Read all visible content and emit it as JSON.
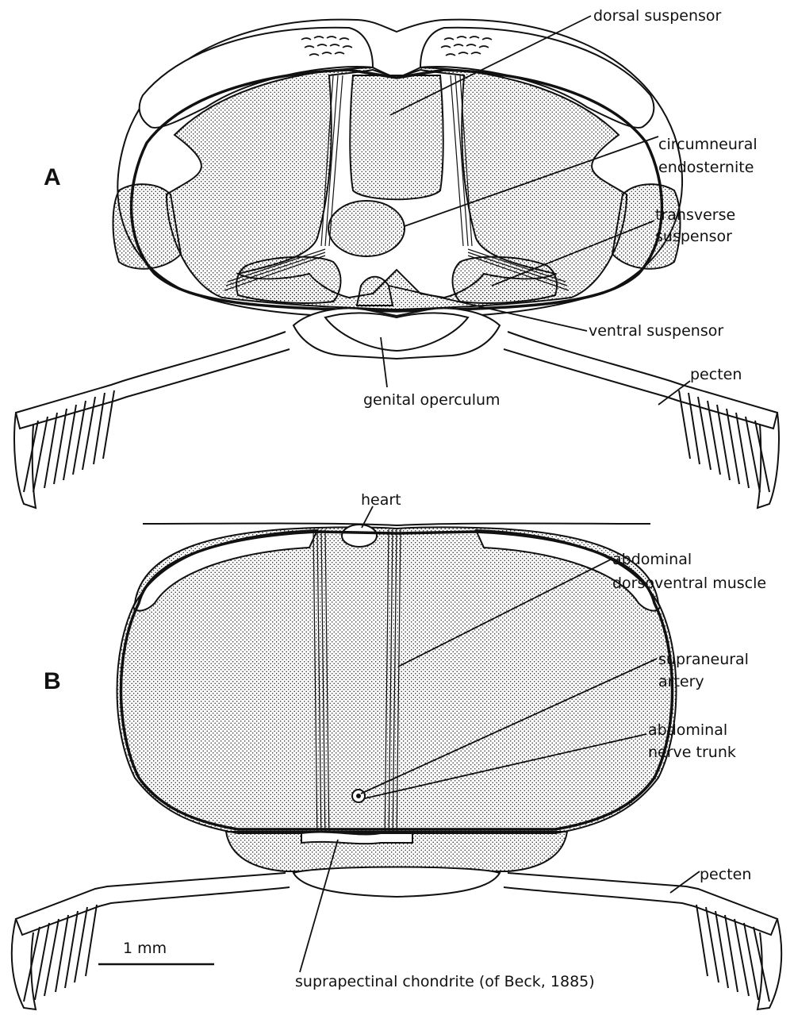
{
  "panels": {
    "a": "A",
    "b": "B"
  },
  "labels_a": {
    "dorsal_suspensor": "dorsal suspensor",
    "circumneural_1": "circumneural",
    "circumneural_2": "endosternite",
    "transverse_1": "transverse",
    "transverse_2": "suspensor",
    "ventral_suspensor": "ventral suspensor",
    "pecten": "pecten",
    "genital_operculum": "genital operculum"
  },
  "labels_b": {
    "heart": "heart",
    "abdominal_dv_1": "abdominal",
    "abdominal_dv_2": "dorsoventral muscle",
    "supraneural_1": "supraneural",
    "supraneural_2": "artery",
    "nerve_1": "abdominal",
    "nerve_2": "nerve trunk",
    "pecten": "pecten",
    "chondrite": "suprapectinal chondrite (of Beck, 1885)"
  },
  "scale_bar": "1  mm"
}
